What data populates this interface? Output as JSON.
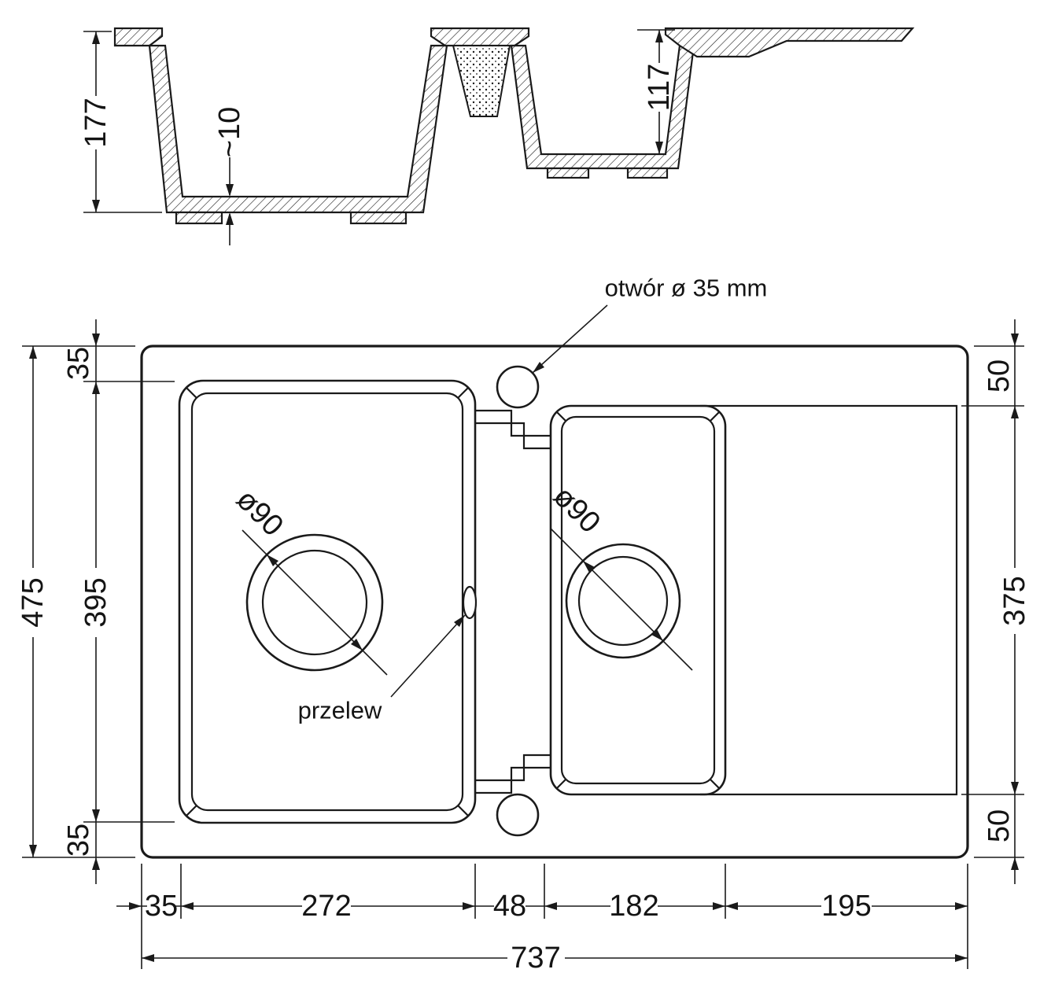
{
  "drawing_title": "sink technical drawing",
  "colors": {
    "line": "#1a1a1a",
    "background": "#ffffff"
  },
  "labels": {
    "hole": "otwór ø 35 mm",
    "overflow": "przelew",
    "drain_left": "ø90",
    "drain_right": "ø90"
  },
  "cross": {
    "main_depth": "177",
    "residual": "~10",
    "second_depth": "117"
  },
  "plan": {
    "h_total": "475",
    "h_basin": "395",
    "h_top": "35",
    "h_bottom": "35",
    "r_top": "50",
    "r_board": "375",
    "r_bottom": "50",
    "w_margin": "35",
    "w_basin1": "272",
    "w_divider": "48",
    "w_basin2": "182",
    "w_board": "195",
    "w_total": "737"
  }
}
